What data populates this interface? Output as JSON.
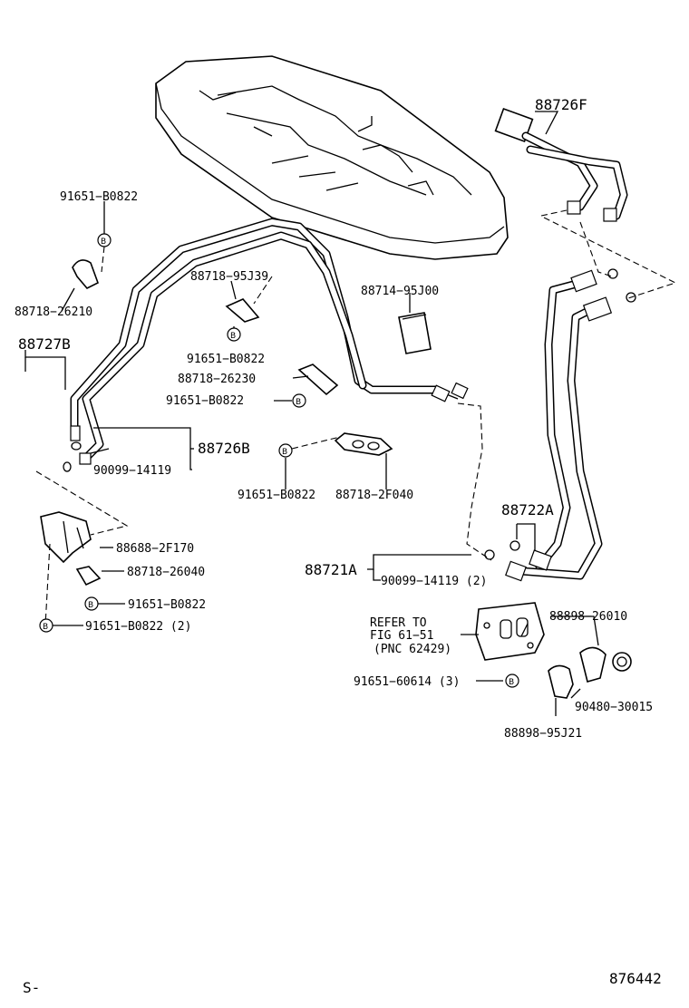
{
  "labels": {
    "p88726F": "88726F",
    "p91651_B0822_a": "91651−B0822",
    "p88718_26210": "88718−26210",
    "p88727B": "88727B",
    "p88718_95J39": "88718−95J39",
    "p91651_B0822_b": "91651−B0822",
    "p88718_26230": "88718−26230",
    "p91651_B0822_c": "91651−B0822",
    "p88714_95J00": "88714−95J00",
    "p88726B": "88726B",
    "p90099_14119_a": "90099−14119",
    "p91651_B0822_d": "91651−B0822",
    "p88718_2F040": "88718−2F040",
    "p88722A": "88722A",
    "p88721A": "88721A",
    "p90099_14119_b": "90099−14119 (2)",
    "p88688_2F170": "88688−2F170",
    "p88718_26040": "88718−26040",
    "p91651_B0822_e": "91651−B0822",
    "p91651_B0822_f": "91651−B0822 (2)",
    "refer1": "REFER TO",
    "refer2": "FIG 61−51",
    "refer3": "(PNC 62429)",
    "p88898_26010": "88898−26010",
    "p91651_60614": "91651−60614 (3)",
    "p90480_30015": "90480−30015",
    "p88898_95J21": "88898−95J21"
  },
  "bolt_letter": "B",
  "footer": {
    "left": "S-",
    "right": "876442"
  }
}
